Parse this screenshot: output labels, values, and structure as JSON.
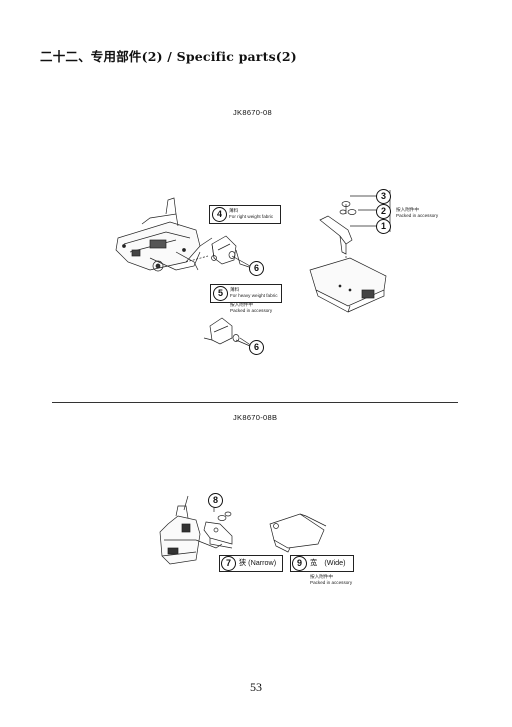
{
  "heading": "二十二、专用部件(2) / Specific parts(2)",
  "sections": [
    {
      "model": "JK8670-08"
    },
    {
      "model": "JK8670-08B"
    }
  ],
  "callouts": {
    "p1": "1",
    "p2": "2",
    "p3": "3",
    "p4": "4",
    "p5": "5",
    "p6a": "6",
    "p6b": "6",
    "p7": "7",
    "p8": "8",
    "p9": "9"
  },
  "labels": {
    "p4_cn": "薄料",
    "p4_en": "For right weight fabric",
    "p5_cn": "薄料",
    "p5_en": "For heavy weight fabric",
    "acc_cn": "按入附件中",
    "acc_en": "Packed in accessory",
    "p7_label": "狭 (Narrow)",
    "p9_label": "宽　(Wide)"
  },
  "page_number": "53"
}
